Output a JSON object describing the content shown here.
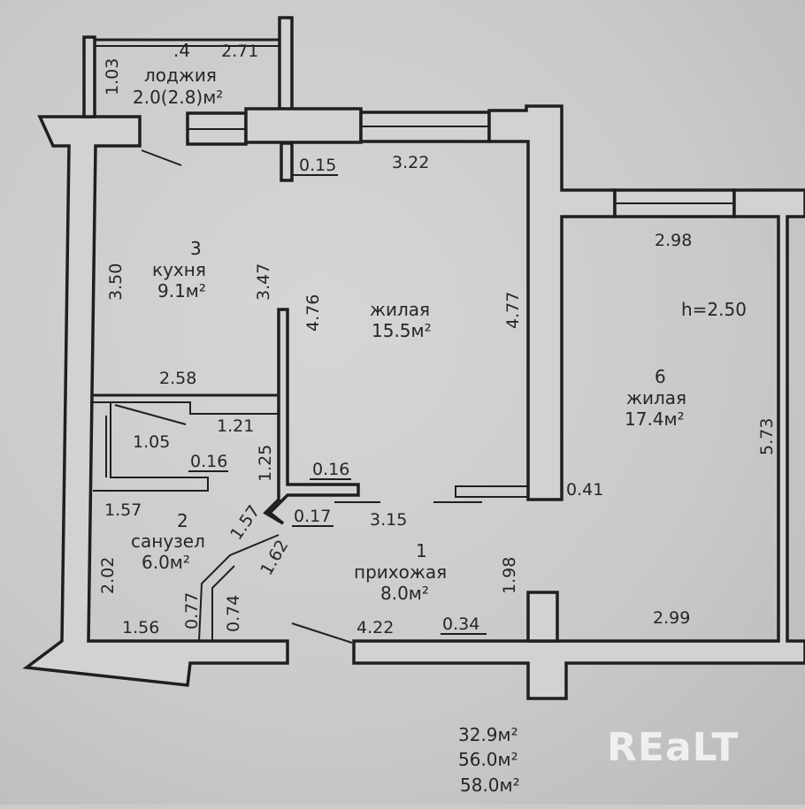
{
  "rooms": {
    "loggia": {
      "number": ".4",
      "name": "лоджия",
      "area": "2.0(2.8)м²"
    },
    "kitchen": {
      "number": "3",
      "name": "кухня",
      "area": "9.1м²"
    },
    "living1": {
      "name": "жилая",
      "area": "15.5м²"
    },
    "living2": {
      "number": "6",
      "name": "жилая",
      "area": "17.4м²"
    },
    "bathroom": {
      "number": "2",
      "name": "санузел",
      "area": "6.0м²"
    },
    "hallway": {
      "number": "1",
      "name": "прихожая",
      "area": "8.0м²"
    }
  },
  "ceiling_height": "h=2.50",
  "dimensions": {
    "loggia_w": "2.71",
    "loggia_h": "1.03",
    "d015": "0.15",
    "d322": "3.22",
    "d298": "2.98",
    "d350": "3.50",
    "d347": "3.47",
    "d476": "4.76",
    "d477": "4.77",
    "d573": "5.73",
    "d258": "2.58",
    "d121": "1.21",
    "d105": "1.05",
    "d016a": "0.16",
    "d125": "1.25",
    "d016b": "0.16",
    "d041": "0.41",
    "d157a": "1.57",
    "d157b": "1.57",
    "d017": "0.17",
    "d315": "3.15",
    "d202": "2.02",
    "d162": "1.62",
    "d198": "1.98",
    "d077": "0.77",
    "d074": "0.74",
    "d156": "1.56",
    "d422": "4.22",
    "d034": "0.34",
    "d299": "2.99"
  },
  "totals": [
    "32.9м²",
    "56.0м²",
    "58.0м²"
  ],
  "watermark": "REaLT"
}
